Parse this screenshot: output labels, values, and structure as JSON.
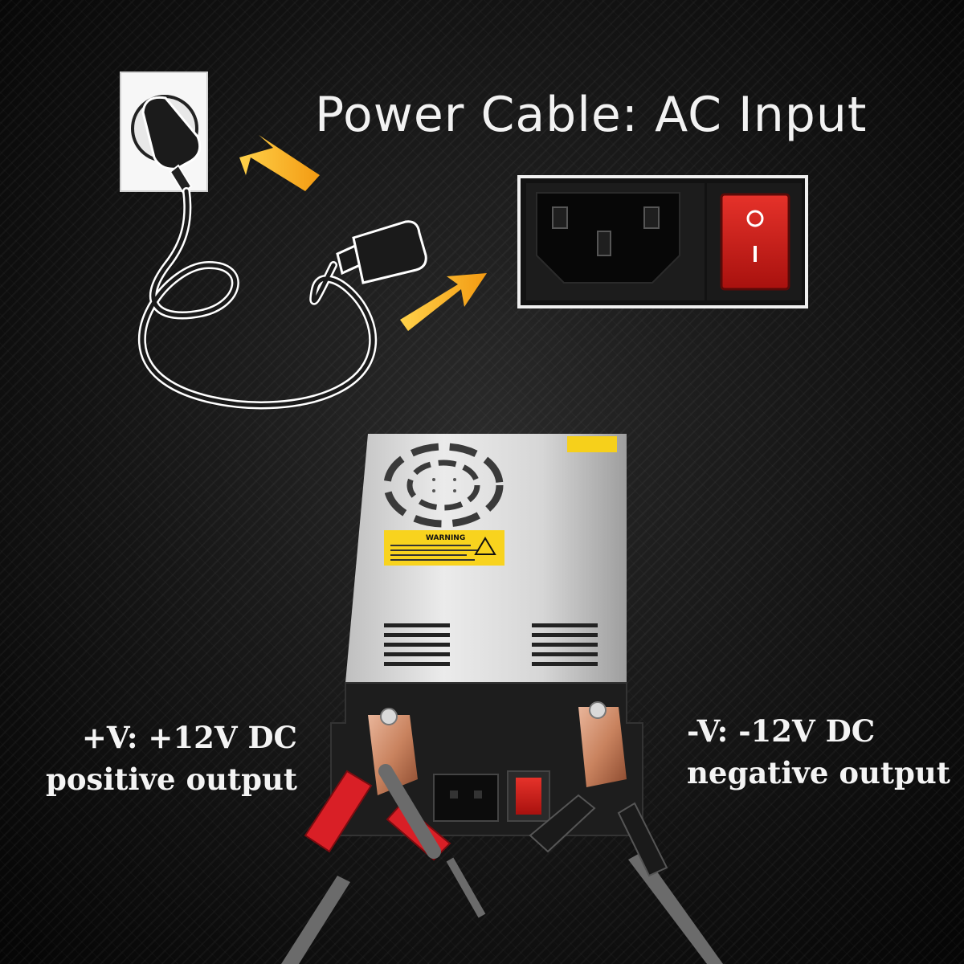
{
  "title": "Power Cable:  AC Input",
  "positive_label": {
    "line1": "+V: +12V DC",
    "line2": "positive output"
  },
  "negative_label": {
    "line1": "-V: -12V DC",
    "line2": "negative output"
  },
  "warning_sticker": "WARNING",
  "icons": [
    "wall-socket-icon",
    "power-plug-icon",
    "iec-connector-icon",
    "arrow-icon",
    "rocker-switch-icon",
    "alligator-clip-icon",
    "power-supply-unit"
  ],
  "colors": {
    "background": "#111111",
    "text": "#f2f2f2",
    "arrow": "#f7a21b",
    "switch": "#d8201c",
    "red_clip": "#d91f26",
    "black_clip": "#1a1a1a"
  }
}
